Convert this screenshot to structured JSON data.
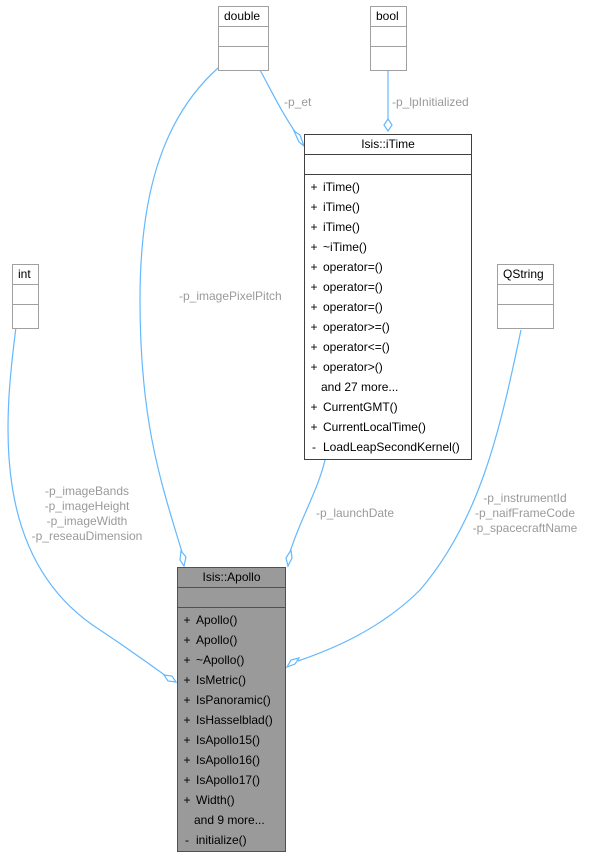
{
  "classes": {
    "double": {
      "name": "double"
    },
    "bool": {
      "name": "bool"
    },
    "int": {
      "name": "int"
    },
    "qstring": {
      "name": "QString"
    },
    "itime": {
      "name": "Isis::iTime",
      "methods": [
        {
          "vis": "+",
          "name": "iTime()"
        },
        {
          "vis": "+",
          "name": "iTime()"
        },
        {
          "vis": "+",
          "name": "iTime()"
        },
        {
          "vis": "+",
          "name": "~iTime()"
        },
        {
          "vis": "+",
          "name": "operator=()"
        },
        {
          "vis": "+",
          "name": "operator=()"
        },
        {
          "vis": "+",
          "name": "operator=()"
        },
        {
          "vis": "+",
          "name": "operator>=()"
        },
        {
          "vis": "+",
          "name": "operator<=()"
        },
        {
          "vis": "+",
          "name": "operator>()"
        },
        {
          "vis": "",
          "name": "and 27 more..."
        },
        {
          "vis": "+",
          "name": "CurrentGMT()"
        },
        {
          "vis": "+",
          "name": "CurrentLocalTime()"
        },
        {
          "vis": "-",
          "name": "LoadLeapSecondKernel()"
        }
      ]
    },
    "apollo": {
      "name": "Isis::Apollo",
      "methods": [
        {
          "vis": "+",
          "name": "Apollo()"
        },
        {
          "vis": "+",
          "name": "Apollo()"
        },
        {
          "vis": "+",
          "name": "~Apollo()"
        },
        {
          "vis": "+",
          "name": "IsMetric()"
        },
        {
          "vis": "+",
          "name": "IsPanoramic()"
        },
        {
          "vis": "+",
          "name": "IsHasselblad()"
        },
        {
          "vis": "+",
          "name": "IsApollo15()"
        },
        {
          "vis": "+",
          "name": "IsApollo16()"
        },
        {
          "vis": "+",
          "name": "IsApollo17()"
        },
        {
          "vis": "+",
          "name": "Width()"
        },
        {
          "vis": "",
          "name": "and 9 more..."
        },
        {
          "vis": "-",
          "name": "initialize()"
        }
      ]
    }
  },
  "edge_labels": {
    "p_et": "-p_et",
    "p_lpinitialized": "-p_lpInitialized",
    "p_imagepixelpitch": "-p_imagePixelPitch",
    "p_launchdate": "-p_launchDate",
    "int_fields": [
      "-p_imageBands",
      "-p_imageHeight",
      "-p_imageWidth",
      "-p_reseauDimension"
    ],
    "qstring_fields": [
      "-p_instrumentId",
      "-p_naifFrameCode",
      "-p_spacecraftName"
    ]
  },
  "colors": {
    "edge": "#63b8ff",
    "label": "#9a9a9a",
    "main_fill": "#9a9a9a"
  }
}
